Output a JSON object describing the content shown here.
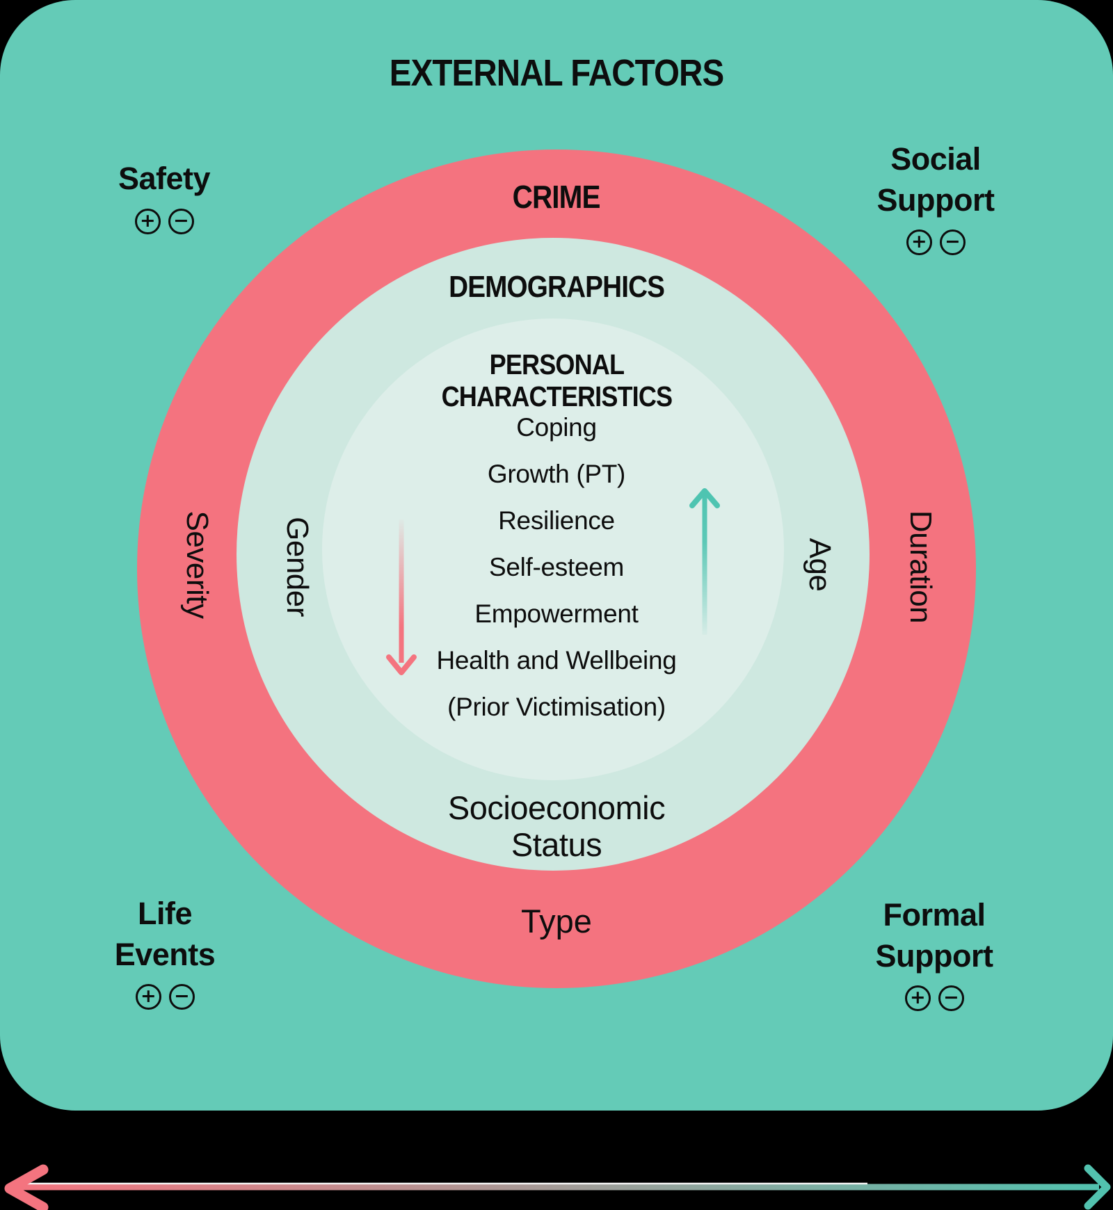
{
  "title": "EXTERNAL FACTORS",
  "colors": {
    "background": "#000000",
    "panel_teal": "#64cbb7",
    "crime_ring_pink": "#f4737f",
    "demographics_ring": "#cee8e0",
    "personal_circle": "#ddeee9",
    "text": "#0d0d0d",
    "arrow_pink": "#f4747f",
    "arrow_teal": "#4ec4b1"
  },
  "icons": {
    "plus": "+",
    "minus": "−"
  },
  "corners": {
    "safety": {
      "line1": "Safety"
    },
    "social_support": {
      "line1": "Social",
      "line2": "Support"
    },
    "life_events": {
      "line1": "Life",
      "line2": "Events"
    },
    "formal_support": {
      "line1": "Formal",
      "line2": "Support"
    }
  },
  "rings": {
    "crime": {
      "title": "CRIME",
      "left": "Severity",
      "right": "Duration",
      "bottom": "Type"
    },
    "demographics": {
      "title": "DEMOGRAPHICS",
      "left": "Gender",
      "right": "Age",
      "bottom_line1": "Socioeconomic",
      "bottom_line2": "Status"
    },
    "personal_characteristics": {
      "title_line1": "PERSONAL",
      "title_line2": "CHARACTERISTICS",
      "items": [
        "Coping",
        "Growth (PT)",
        "Resilience",
        "Self-esteem",
        "Empowerment",
        "Health and Wellbeing",
        "(Prior Victimisation)"
      ]
    }
  }
}
